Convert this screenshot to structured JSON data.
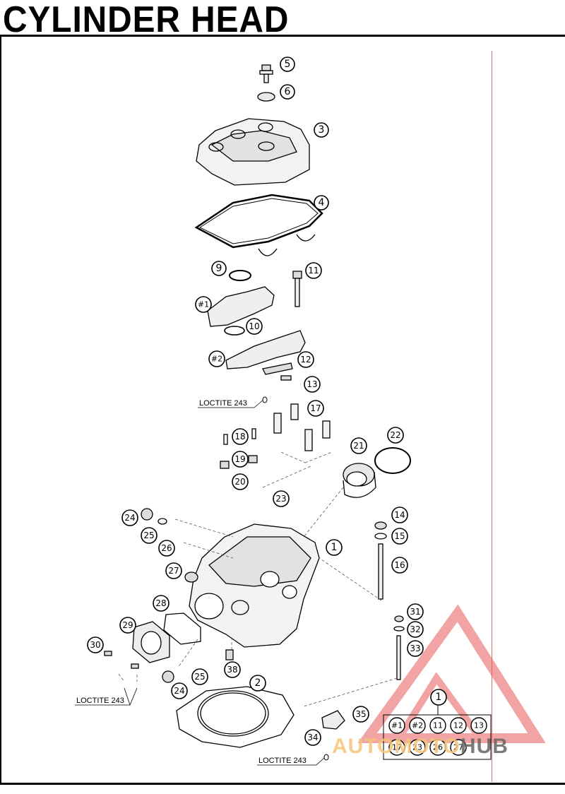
{
  "title": "CYLINDER HEAD",
  "loctite_label": "LOCTITE 243",
  "kit_items": [
    "#1",
    "#2",
    "11",
    "12",
    "13",
    "17",
    "23",
    "26",
    "27"
  ],
  "watermark": {
    "part1": "AUTOMOTO",
    "part2": "HUB"
  },
  "callouts": {
    "c5": "5",
    "c6": "6",
    "c3": "3",
    "c4": "4",
    "c9": "9",
    "c11": "11",
    "c_hash1": "#1",
    "c10": "10",
    "c_hash2": "#2",
    "c12": "12",
    "c13": "13",
    "c17": "17",
    "c18": "18",
    "c19": "19",
    "c20": "20",
    "c21": "21",
    "c22": "22",
    "c23": "23",
    "c24a": "24",
    "c25a": "25",
    "c26": "26",
    "c1": "1",
    "c14": "14",
    "c15": "15",
    "c16": "16",
    "c27": "27",
    "c28": "28",
    "c29": "29",
    "c30": "30",
    "c31": "31",
    "c32": "32",
    "c33": "33",
    "c38": "38",
    "c25b": "25",
    "c24b": "24",
    "c2": "2",
    "c1kit": "1",
    "c35": "35",
    "c34": "34"
  }
}
